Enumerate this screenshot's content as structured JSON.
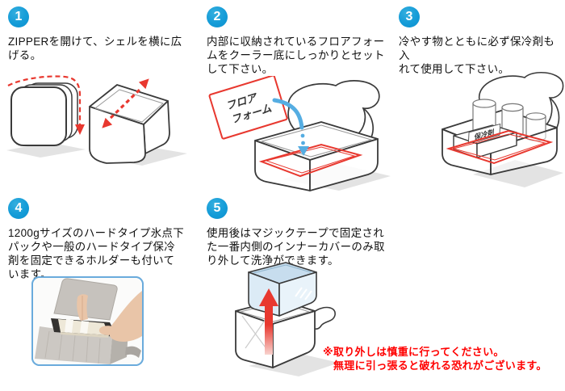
{
  "page": {
    "background": "#ffffff"
  },
  "colors": {
    "step_badge_blue": "#149cd8",
    "outline_gray": "#3a3a3a",
    "accent_red": "#e8382f",
    "warning_red": "#ff0000",
    "arrow_blue": "#55ade2",
    "inner_cover_blue": "#dcebf6",
    "photo_border_blue": "#6aabdc",
    "shadow_gray": "#dcdcdc"
  },
  "steps": [
    {
      "number": "1",
      "text": "ZIPPERを開けて、シェルを横に広\nげる。"
    },
    {
      "number": "2",
      "text": "内部に収納されているフロアフォー\nムをクーラー底にしっかりとセット\nして下さい。",
      "illustration_labels": {
        "floor_foam_line1": "フロア",
        "floor_foam_line2": "フォーム"
      }
    },
    {
      "number": "3",
      "text": "冷やす物とともに必ず保冷剤も入\nれて使用して下さい。",
      "illustration_labels": {
        "ice_pack": "保冷剤"
      }
    },
    {
      "number": "4",
      "text": "1200gサイズのハードタイプ氷点下\nパックや一般のハードタイプ保冷\n剤を固定できるホルダーも付いて\nいます。"
    },
    {
      "number": "5",
      "text": "使用後はマジックテープで固定され\nた一番内側のインナーカバーのみ取\nり外して洗浄ができます。"
    }
  ],
  "warning": {
    "line1": "※取り外しは慎重に行ってください。",
    "line2": "無理に引っ張ると破れる恐れがございます。"
  }
}
